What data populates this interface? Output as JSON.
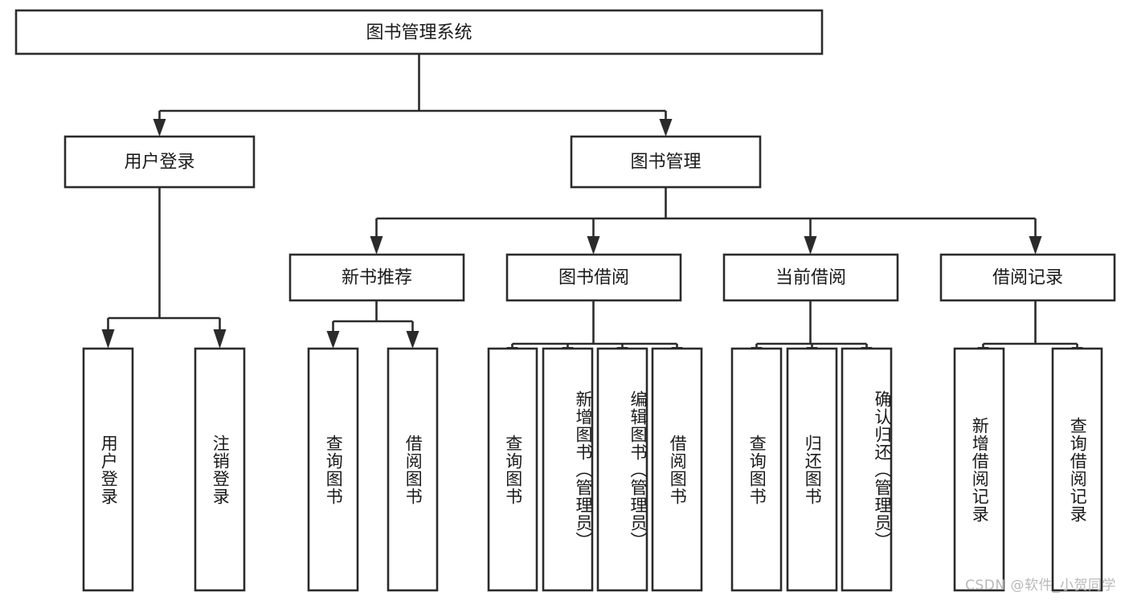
{
  "diagram": {
    "type": "tree",
    "title": "图书管理系统",
    "orientation": "top-down",
    "root": {
      "id": "root",
      "label": "图书管理系统",
      "level": 1,
      "text_direction": "horizontal"
    },
    "level2": [
      {
        "id": "user-login",
        "label": "用户登录",
        "text_direction": "horizontal"
      },
      {
        "id": "book-management",
        "label": "图书管理",
        "text_direction": "horizontal"
      }
    ],
    "level3": [
      {
        "id": "new-book-recommend",
        "label": "新书推荐",
        "parent": "book-management",
        "text_direction": "horizontal"
      },
      {
        "id": "book-borrow",
        "label": "图书借阅",
        "parent": "book-management",
        "text_direction": "horizontal"
      },
      {
        "id": "current-borrow",
        "label": "当前借阅",
        "parent": "book-management",
        "text_direction": "horizontal"
      },
      {
        "id": "borrow-record",
        "label": "借阅记录",
        "parent": "book-management",
        "text_direction": "horizontal"
      }
    ],
    "leaves": [
      {
        "id": "leaf-user-login",
        "label": "用户登录",
        "parent": "user-login",
        "text_direction": "vertical"
      },
      {
        "id": "leaf-user-logout",
        "label": "注销登录",
        "parent": "user-login",
        "text_direction": "vertical"
      },
      {
        "id": "leaf-query-book-1",
        "label": "查询图书",
        "parent": "new-book-recommend",
        "text_direction": "vertical"
      },
      {
        "id": "leaf-borrow-book-1",
        "label": "借阅图书",
        "parent": "new-book-recommend",
        "text_direction": "vertical"
      },
      {
        "id": "leaf-query-book-2",
        "label": "查询图书",
        "parent": "book-borrow",
        "text_direction": "vertical"
      },
      {
        "id": "leaf-add-book",
        "label": "新增图书（管理员）",
        "parent": "book-borrow",
        "text_direction": "vertical"
      },
      {
        "id": "leaf-edit-book",
        "label": "编辑图书（管理员）",
        "parent": "book-borrow",
        "text_direction": "vertical"
      },
      {
        "id": "leaf-borrow-book-2",
        "label": "借阅图书",
        "parent": "book-borrow",
        "text_direction": "vertical"
      },
      {
        "id": "leaf-query-book-3",
        "label": "查询图书",
        "parent": "current-borrow",
        "text_direction": "vertical"
      },
      {
        "id": "leaf-return-book",
        "label": "归还图书",
        "parent": "current-borrow",
        "text_direction": "vertical"
      },
      {
        "id": "leaf-confirm-return",
        "label": "确认归还（管理员）",
        "parent": "current-borrow",
        "text_direction": "vertical"
      },
      {
        "id": "leaf-add-record",
        "label": "新增借阅记录",
        "parent": "borrow-record",
        "text_direction": "vertical"
      },
      {
        "id": "leaf-query-record",
        "label": "查询借阅记录",
        "parent": "borrow-record",
        "text_direction": "vertical"
      }
    ],
    "colors": {
      "box_fill": "#ffffff",
      "box_stroke": "#2b2b2b",
      "text": "#1a1a1a",
      "background": "#ffffff",
      "watermark": "#b9b9b9"
    }
  },
  "watermark": {
    "text": "CSDN @软件_小贺同学"
  }
}
